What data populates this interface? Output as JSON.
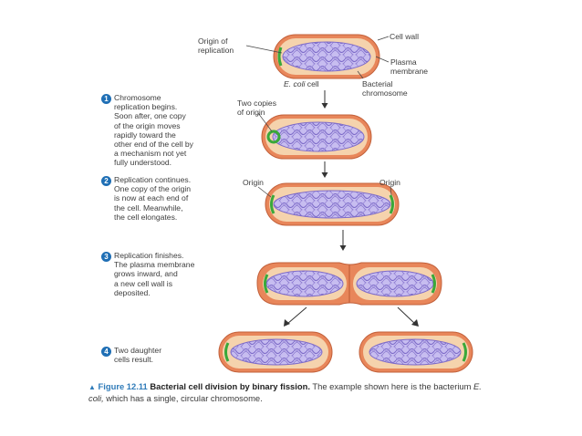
{
  "labels": {
    "origin_of_replication_1": "Origin of",
    "origin_of_replication_2": "replication",
    "cell_wall": "Cell wall",
    "plasma_membrane_1": "Plasma",
    "plasma_membrane_2": "membrane",
    "bacterial_chromosome_1": "Bacterial",
    "bacterial_chromosome_2": "chromosome",
    "ecoli_cell_italic": "E. coli",
    "ecoli_cell_rest": "cell",
    "two_copies_1": "Two copies",
    "two_copies_2": "of origin",
    "origin_left": "Origin",
    "origin_right": "Origin"
  },
  "steps": [
    {
      "number": "1",
      "lines": [
        "Chromosome",
        "replication begins.",
        "Soon after, one copy",
        "of the origin moves",
        "rapidly toward the",
        "other end of the cell by",
        "a mechanism not yet",
        "fully understood."
      ]
    },
    {
      "number": "2",
      "lines": [
        "Replication continues.",
        "One copy of the origin",
        "is now at each end of",
        "the cell. Meanwhile,",
        "the cell elongates."
      ]
    },
    {
      "number": "3",
      "lines": [
        "Replication finishes.",
        "The plasma membrane",
        "grows inward, and",
        "a new cell wall is",
        "deposited."
      ]
    },
    {
      "number": "4",
      "lines": [
        "Two daughter",
        "cells result."
      ]
    }
  ],
  "caption": {
    "figure": "Figure 12.11",
    "title": "Bacterial cell division by binary fission.",
    "text_a": "The example shown here is the bacterium",
    "text_italic": "E. coli,",
    "text_b": "which has a single, circular chromosome."
  },
  "colors": {
    "cell_wall": "#e07a4f",
    "cytoplasm": "#f3c9a1",
    "chromosome": "#9a8ad8",
    "origin_green": "#3aa83a",
    "step_badge": "#1f6fb5"
  }
}
